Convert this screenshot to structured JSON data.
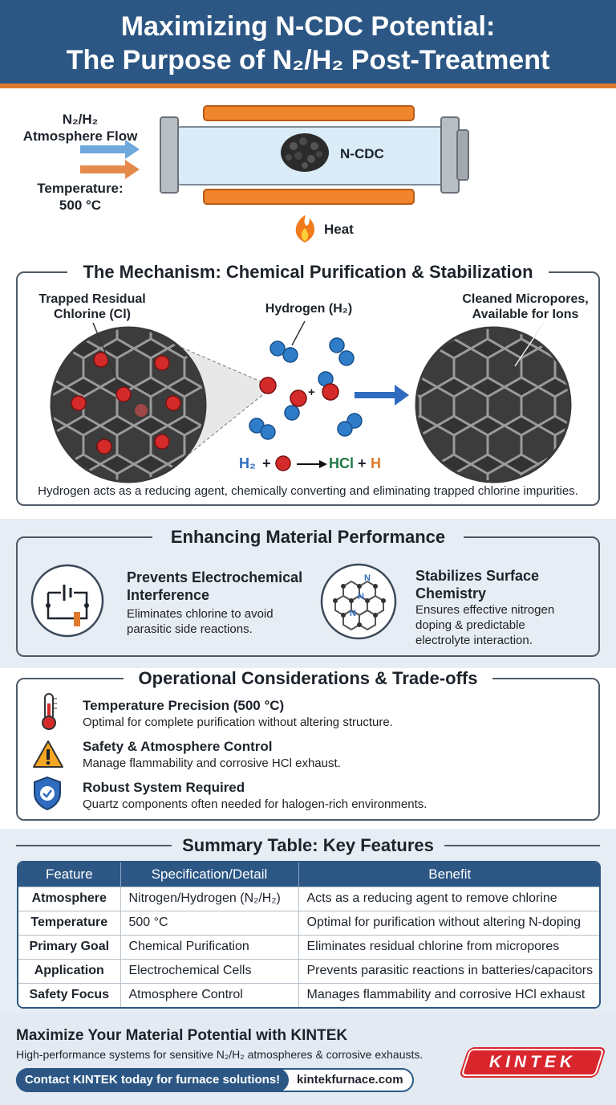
{
  "header": {
    "title_line1": "Maximizing N-CDC Potential:",
    "title_line2": "The Purpose of N₂/H₂ Post-Treatment"
  },
  "furnace": {
    "flow_label_line1": "N₂/H₂",
    "flow_label_line2": "Atmosphere Flow",
    "temp_label_line1": "Temperature:",
    "temp_label_line2": "500 °C",
    "sample_label": "N-CDC",
    "heat_label": "Heat"
  },
  "mechanism": {
    "title": "The Mechanism: Chemical Purification & Stabilization",
    "chlorine_label_line1": "Trapped Residual",
    "chlorine_label_line2": "Chlorine (Cl)",
    "hydrogen_label": "Hydrogen (H₂)",
    "micropores_label_line1": "Cleaned Micropores,",
    "micropores_label_line2": "Available for Ions",
    "plus_sign": "+",
    "equation": {
      "h2": "H₂",
      "plus1": "+",
      "hcl": "HCl",
      "plus2": "+",
      "h": "H"
    },
    "caption": "Hydrogen acts as a reducing agent, chemically converting and eliminating trapped chlorine impurities."
  },
  "performance": {
    "title": "Enhancing Material Performance",
    "items": [
      {
        "icon": "circuit-icon",
        "title_line1": "Prevents Electrochemical",
        "title_line2": "Interference",
        "desc_line1": "Eliminates chlorine to avoid",
        "desc_line2": "parasitic side reactions."
      },
      {
        "icon": "nitrogen-lattice-icon",
        "lattice_n": "N",
        "title_line1": "Stabilizes Surface",
        "title_line2": "Chemistry",
        "desc_line1": "Ensures effective nitrogen",
        "desc_line2": "doping & predictable",
        "desc_line3": "electrolyte interaction."
      }
    ]
  },
  "operational": {
    "title": "Operational Considerations & Trade-offs",
    "items": [
      {
        "icon": "thermometer-icon",
        "title": "Temperature Precision (500 °C)",
        "desc": "Optimal for complete purification without altering structure."
      },
      {
        "icon": "warning-icon",
        "title": "Safety & Atmosphere Control",
        "desc": "Manage flammability and corrosive HCl exhaust."
      },
      {
        "icon": "shield-check-icon",
        "title": "Robust System Required",
        "desc": "Quartz components often needed for halogen-rich environments."
      }
    ]
  },
  "summary": {
    "title": "Summary Table: Key Features",
    "headers": [
      "Feature",
      "Specification/Detail",
      "Benefit"
    ],
    "rows": [
      [
        "Atmosphere",
        "Nitrogen/Hydrogen (N₂/H₂)",
        "Acts as a reducing agent to remove chlorine"
      ],
      [
        "Temperature",
        "500 °C",
        "Optimal for purification without altering N-doping"
      ],
      [
        "Primary Goal",
        "Chemical Purification",
        "Eliminates residual chlorine from micropores"
      ],
      [
        "Application",
        "Electrochemical Cells",
        "Prevents parasitic reactions in batteries/capacitors"
      ],
      [
        "Safety Focus",
        "Atmosphere Control",
        "Manages flammability and corrosive HCl exhaust"
      ]
    ]
  },
  "footer": {
    "headline": "Maximize Your Material Potential with KINTEK",
    "subline": "High-performance systems for sensitive N₂/H₂ atmospheres & corrosive exhausts.",
    "cta_button": "Contact KINTEK today for furnace solutions!",
    "url": "kintekfurnace.com",
    "logo_text": "KINTEK"
  },
  "colors": {
    "header_bg": "#2c5785",
    "accent_orange": "#e07a2c",
    "chlorine_red": "#d42a2a",
    "hydrogen_blue": "#2f7cc8",
    "hcl_green": "#1f7a45",
    "logo_red": "#d9262c"
  }
}
